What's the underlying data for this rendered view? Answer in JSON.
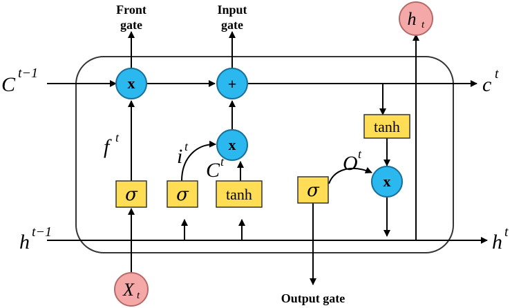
{
  "labels": {
    "front_gate_line1": "Front",
    "front_gate_line2": "gate",
    "input_gate_line1": "Input",
    "input_gate_line2": "gate",
    "output_gate": "Output gate"
  },
  "terminals": {
    "h_t": {
      "base": "h",
      "sub": "t"
    },
    "x_t": {
      "base": "X",
      "sub": "t"
    }
  },
  "signals": {
    "c_prev": {
      "base": "C",
      "sup": "t−1"
    },
    "c_t": {
      "base": "c",
      "sup": "t"
    },
    "h_prev": {
      "base": "h",
      "sup": "t−1"
    },
    "h_t_out": {
      "base": "h",
      "sup": "t"
    },
    "f_t": {
      "base": "f",
      "sup": "t"
    },
    "i_t": {
      "base": "i",
      "sup": "t"
    },
    "c_tilde": {
      "base": "C",
      "sup": "t"
    },
    "o_t": {
      "base": "O",
      "sup": "t"
    }
  },
  "ops": {
    "mult": "x",
    "add": "+"
  },
  "boxes": {
    "sigma": "σ",
    "tanh": "tanh"
  },
  "colors": {
    "operator_fill": "#2BB8EE",
    "box_fill": "#FFDD55",
    "terminal_fill": "#F4A9A8"
  }
}
